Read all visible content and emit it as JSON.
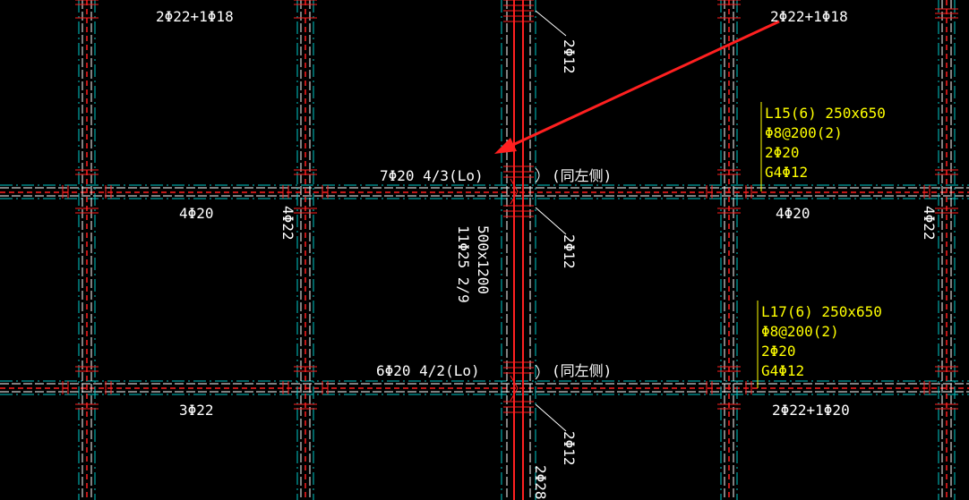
{
  "colors": {
    "background": "#000000",
    "axis_line": "#00c8c8",
    "beam_edge": "#ffffff",
    "rebar": "#ff2020",
    "text": "#ffffff",
    "beam_tag": "#ffff00",
    "arrow": "#ff2020"
  },
  "labels": {
    "top_left_rebar": "2Φ22+1Φ18",
    "top_right_rebar": "2Φ22+1Φ18",
    "stirrup_top": "2Φ12",
    "mid_bottom_7": "7Φ20 4/3(Lo)",
    "same_left_1": "(同左侧)",
    "left_span_rebar": "4Φ20",
    "col_left_rebar": "4Φ22",
    "stirrup_mid": "2Φ12",
    "right_span_rebar": "4Φ20",
    "col_right_rebar": "4Φ22",
    "main_beam_size": "500x1200",
    "main_beam_rebar": "11Φ25 2/9",
    "mid_bottom_6": "6Φ20 4/2(Lo)",
    "same_left_2": "(同左侧)",
    "bottom_left_rebar": "3Φ22",
    "bottom_right_rebar": "2Φ22+1Φ20",
    "stirrup_bottom": "2Φ12",
    "side_bars": "2Φ28"
  },
  "beam_tags": {
    "l15": [
      "L15(6) 250x650",
      "Φ8@200(2)",
      "2Φ20",
      "G4Φ12"
    ],
    "l17": [
      "L17(6) 250x650",
      "Φ8@200(2)",
      "2Φ20",
      "G4Φ12"
    ]
  }
}
